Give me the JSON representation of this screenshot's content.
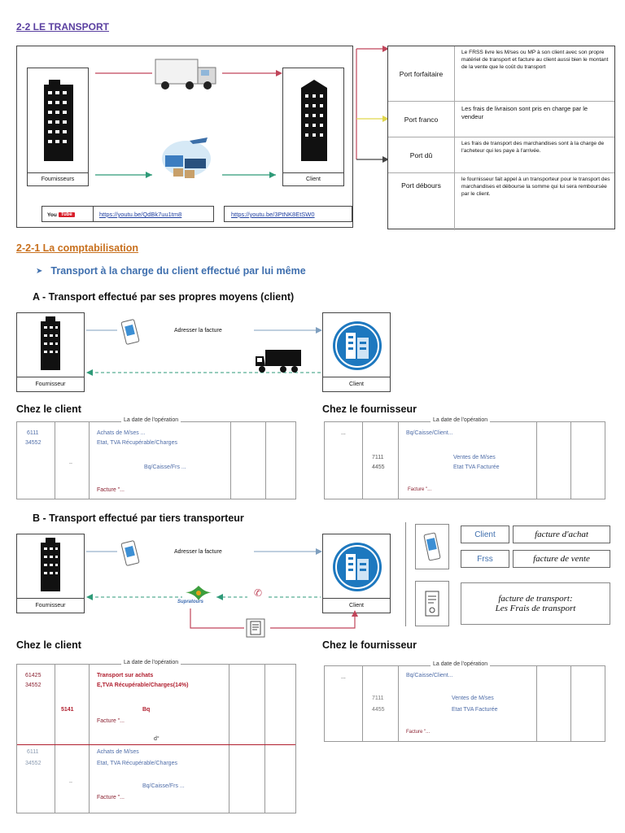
{
  "header": {
    "title": "2-2 LE TRANSPORT"
  },
  "top_diagram": {
    "supplier_label": "Fournisseurs",
    "client_label": "Client",
    "youtube_logo": "YouTube",
    "link1": "https://youtu.be/QdBk7uu1tm8",
    "link2": "https://youtu.be/3PtNK8EtSW0"
  },
  "definitions": [
    {
      "term": "Port forfaitaire",
      "text": "Le FRSS livre les M/ses ou MP à son client avec son propre matériel de transport et facture au client aussi bien le montant de la vente que le coût du transport"
    },
    {
      "term": "Port franco",
      "text": "Les frais de livraison sont pris en charge par le vendeur"
    },
    {
      "term": "Port dû",
      "text": "Les frais de transport des marchandises sont à la charge de l'acheteur qui les paye à l'arrivée."
    },
    {
      "term": "Port débours",
      "text": "le fournisseur fait appel à un transporteur pour le transport des marchandises et débourse la somme qui lui sera remboursée par le client."
    }
  ],
  "subsection": {
    "title": "2-2-1 La comptabilisation"
  },
  "bullet": {
    "text": "Transport à la charge du client effectué par lui même"
  },
  "section_a": {
    "title": "A - Transport effectué par ses propres moyens (client)",
    "supplier_label": "Fournisseur",
    "client_label": "Client",
    "arrow_label": "Adresser la facture",
    "client_heading": "Chez le client",
    "supplier_heading": "Chez le fournisseur",
    "client_journal": {
      "date": "La date de l'opération",
      "acc1": "6111",
      "acc2": "34552",
      "dots": "..",
      "line1": "Achats de M/ses ...",
      "line2": "Etat, TVA  Récupérable/Charges",
      "line3": "Bq/Caisse/Frs ...",
      "line4": "Facture \"..."
    },
    "supplier_journal": {
      "date": "La date de l'opération",
      "dots": "...",
      "line1": "Bq/Caisse/Client...",
      "acc1": "7111",
      "acc2": "4455",
      "line2": "Ventes de M/ses",
      "line3": "Etat TVA Facturée",
      "line4": "Facture \"..."
    }
  },
  "section_b": {
    "title": "B - Transport effectué par tiers transporteur",
    "supplier_label": "Fournisseur",
    "client_label": "Client",
    "arrow_label": "Adresser la facture",
    "transporter_label": "Supratours",
    "legend": {
      "client": "Client",
      "client_doc": "facture d'achat",
      "frss": "Frss",
      "frss_doc": "facture de vente",
      "transport_line1": "facture de transport:",
      "transport_line2": "Les Frais de transport"
    },
    "client_heading": "Chez le client",
    "supplier_heading": "Chez le fournisseur",
    "client_journal": {
      "date": "La date de l'opération",
      "acc1": "61425",
      "acc2": "34552",
      "line1": "Transport sur achats",
      "line2": "E,TVA  Récupérable/Charges(14%)",
      "acc3": "5141",
      "line3": "Bq",
      "line4": "Facture \"...",
      "mid": "d°",
      "acc4": "6111",
      "acc5": "34552",
      "dots": "..",
      "line5": "Achats de M/ses",
      "line6": "Etat, TVA  Récupérable/Charges",
      "line7": "Bq/Caisse/Frs ...",
      "line8": "Facture \"..."
    },
    "supplier_journal": {
      "date": "La date de l'opération",
      "dots": "...",
      "line1": "Bq/Caisse/Client...",
      "acc1": "7111",
      "acc2": "4455",
      "line2": "Ventes de M/ses",
      "line3": "Etat TVA Facturée",
      "line4": "Facture \"..."
    }
  },
  "colors": {
    "title": "#5a3fa0",
    "subtitle": "#c8701e",
    "accent_blue": "#3f6fae",
    "accent_red": "#b01e2e"
  }
}
